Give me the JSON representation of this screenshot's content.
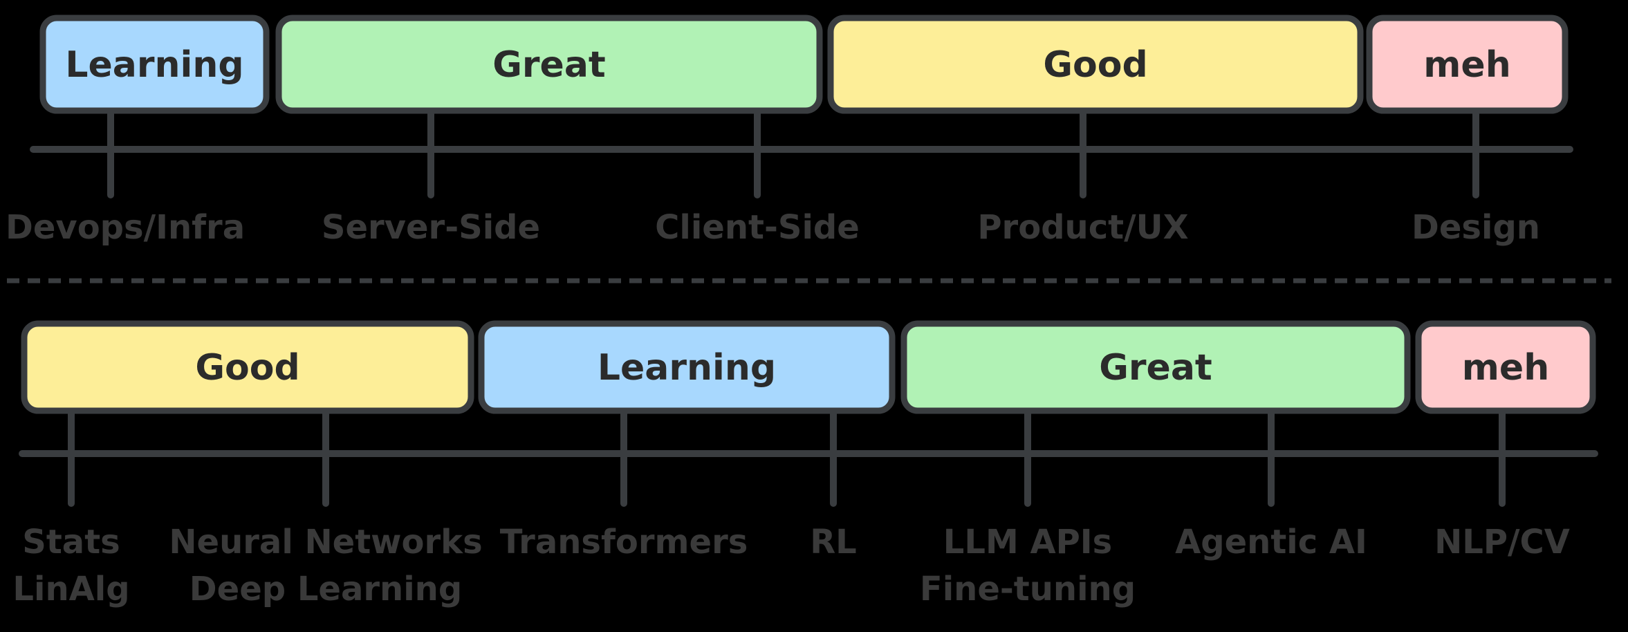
{
  "colors": {
    "Learning": "#a8d8fe",
    "Great": "#b1f2b5",
    "Good": "#fdee98",
    "meh": "#ffcacc",
    "stroke": "#3a3d40",
    "background": "#000000"
  },
  "rows": [
    {
      "bands": [
        {
          "label": "Learning",
          "level": "Learning"
        },
        {
          "label": "Great",
          "level": "Great"
        },
        {
          "label": "Good",
          "level": "Good"
        },
        {
          "label": "meh",
          "level": "meh"
        }
      ],
      "ticks": [
        {
          "lines": [
            "Devops/Infra"
          ]
        },
        {
          "lines": [
            "Server-Side"
          ]
        },
        {
          "lines": [
            "Client-Side"
          ]
        },
        {
          "lines": [
            "Product/UX"
          ]
        },
        {
          "lines": [
            "Design"
          ]
        }
      ]
    },
    {
      "bands": [
        {
          "label": "Good",
          "level": "Good"
        },
        {
          "label": "Learning",
          "level": "Learning"
        },
        {
          "label": "Great",
          "level": "Great"
        },
        {
          "label": "meh",
          "level": "meh"
        }
      ],
      "ticks": [
        {
          "lines": [
            "Stats",
            "LinAlg"
          ]
        },
        {
          "lines": [
            "Neural Networks",
            "Deep Learning"
          ]
        },
        {
          "lines": [
            "Transformers"
          ]
        },
        {
          "lines": [
            "RL"
          ]
        },
        {
          "lines": [
            "LLM APIs",
            "Fine-tuning"
          ]
        },
        {
          "lines": [
            "Agentic AI"
          ]
        },
        {
          "lines": [
            "NLP/CV"
          ]
        }
      ]
    }
  ]
}
